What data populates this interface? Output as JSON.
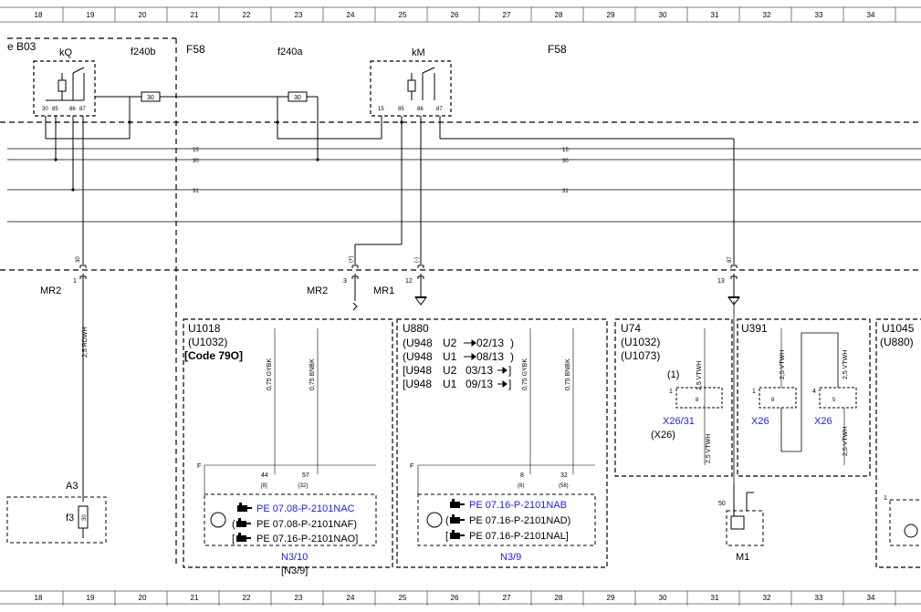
{
  "ruler": {
    "columns": [
      "18",
      "19",
      "20",
      "21",
      "22",
      "23",
      "24",
      "25",
      "26",
      "27",
      "28",
      "29",
      "30",
      "31",
      "32",
      "33",
      "34"
    ]
  },
  "top": {
    "b03": "e B03",
    "kq": "kQ",
    "f240b": "f240b",
    "f58_left": "F58",
    "f240a": "f240a",
    "km": "kM",
    "f58_right": "F58",
    "fuse_left": "30",
    "fuse_right": "30",
    "kq_pins": [
      "30",
      "85",
      "86",
      "87"
    ],
    "km_pins": [
      "15",
      "85",
      "86",
      "87"
    ]
  },
  "buses": {
    "bus15_a": "15",
    "bus15_b": "15",
    "bus30_a": "30",
    "bus30_b": "30",
    "bus31_a": "31",
    "bus31_b": "31"
  },
  "mr": {
    "mr2_left": "MR2",
    "mr2_mid": "MR2",
    "mr1": "MR1",
    "pin1": "1",
    "pin3": "3",
    "pin12": "12",
    "pin13": "13",
    "pin30": "30",
    "pin_plus": "(+)",
    "pin_minus": "(-)",
    "pin87": "87"
  },
  "wires": {
    "rdwh": "2,5 RDWH",
    "gybk1": "0,75 GYBK",
    "bnbk1": "0,75 BNBK",
    "gybk2": "0,75 GYBK",
    "bnbk2": "0,75 BNBK",
    "vtwh1": "2,5 VTWH",
    "vtwh2": "2,5 VTWH",
    "vtwh3": "2,5 VTWH",
    "vtwh4": "2,5 VTWH",
    "vtwh5": "2,5 VTWH"
  },
  "bottom_left": {
    "a3": "A3",
    "f3": "f3",
    "f3_val": "30"
  },
  "u1018": {
    "title": "U1018",
    "line2": "(U1032)",
    "line3": "[Code 79O]",
    "f": "F",
    "pin44": "44",
    "pin8": "[8]",
    "pin57": "57",
    "pin32": "[32]",
    "pe1": "PE 07.08-P-2101NAC",
    "pe2": "PE 07.08-P-2101NAF)",
    "pe3": "PE 07.16-P-2101NAO]",
    "pe2_open": "(",
    "pe3_open": "[",
    "n310": "N3/10",
    "n39b": "[N3/9]"
  },
  "u880": {
    "title": "U880",
    "r1a": "(U948",
    "r1b": "U2",
    "r1c": "02/13",
    "r1d": ")",
    "r2a": "(U948",
    "r2b": "U1",
    "r2c": "08/13",
    "r2d": ")",
    "r3a": "[U948",
    "r3b": "U2",
    "r3c": "03/13",
    "r3d": "]",
    "r4a": "[U948",
    "r4b": "U1",
    "r4c": "09/13",
    "r4d": "]",
    "f": "F",
    "pin8": "8",
    "pin8b": "(8)",
    "pin32": "32",
    "pin58": "(58)",
    "pe1": "PE 07.16-P-2101NAB",
    "pe2": "PE 07.16-P-2101NAD)",
    "pe3": "PE 07.16-P-2101NAL]",
    "pe2_open": "(",
    "pe3_open": "[",
    "n39": "N3/9"
  },
  "u74": {
    "title": "U74",
    "line2": "(U1032)",
    "line3": "(U1073)",
    "p1": "(1)",
    "pin1": "1",
    "pin8": "8",
    "x2631": "X26/31",
    "x26p": "(X26)"
  },
  "u391": {
    "title": "U391",
    "pin1": "1",
    "pin8": "8",
    "pin4": "4",
    "pin5": "5",
    "x26a": "X26",
    "x26b": "X26"
  },
  "u1045": {
    "title": "U1045",
    "line2": "(U880)",
    "pin1": "1"
  },
  "m1": {
    "pin50": "50",
    "label": "M1"
  },
  "colors": {
    "link": "#1a1aff",
    "line": "#000000"
  },
  "icons": [
    "pe-hand-icon",
    "control-unit-icon",
    "ground-symbol-icon",
    "relay-coil-icon",
    "fuse-icon",
    "starter-motor-icon"
  ]
}
